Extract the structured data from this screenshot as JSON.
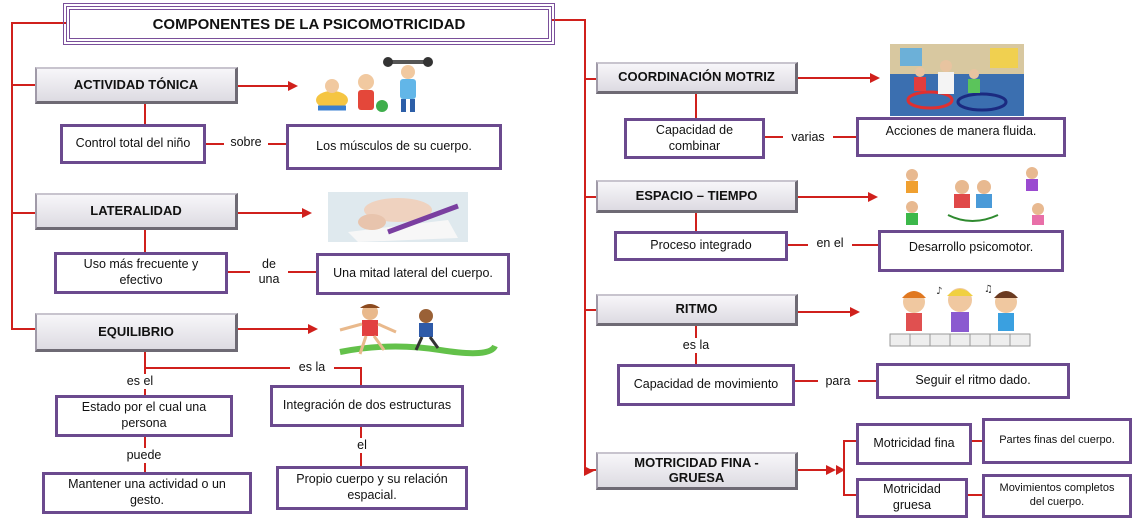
{
  "title": "COMPONENTES DE LA PSICOMOTRICIDAD",
  "left": {
    "tonica": {
      "header": "ACTIVIDAD TÓNICA",
      "box1": "Control total del niño",
      "connector": "sobre",
      "box2": "Los músculos de su cuerpo."
    },
    "lateralidad": {
      "header": "LATERALIDAD",
      "box1": "Uso más frecuente y efectivo",
      "connector": "de una",
      "box2": "Una mitad lateral del cuerpo."
    },
    "equilibrio": {
      "header": "EQUILIBRIO",
      "connector_a": "es el",
      "box1": "Estado por el cual una persona",
      "connector_b": "puede",
      "box2": "Mantener una actividad o un gesto.",
      "connector_c": "es la",
      "box3": "Integración de dos estructuras",
      "connector_d": "el",
      "box4": "Propio cuerpo y su relación espacial."
    }
  },
  "right": {
    "coordinacion": {
      "header": "COORDINACIÓN MOTRIZ",
      "box1": "Capacidad de combinar",
      "connector": "varias",
      "box2": "Acciones de manera fluida."
    },
    "espacio": {
      "header": "ESPACIO – TIEMPO",
      "box1": "Proceso integrado",
      "connector": "en el",
      "box2": "Desarrollo psicomotor."
    },
    "ritmo": {
      "header": "RITMO",
      "connector_a": "es la",
      "box1": "Capacidad de movimiento",
      "connector": "para",
      "box2": "Seguir el ritmo dado."
    },
    "motricidad": {
      "header": "MOTRICIDAD FINA - GRUESA",
      "fina": "Motricidad fina",
      "fina_desc": "Partes finas del cuerpo.",
      "gruesa": "Motricidad gruesa",
      "gruesa_desc": "Movimientos completos del cuerpo."
    }
  },
  "colors": {
    "line": "#d0201c",
    "box_border": "#6b4a8e"
  },
  "icons": [
    "gym-kids-illustration",
    "writing-hand-photo",
    "balancing-kids-illustration",
    "classroom-hoops-photo",
    "jumping-kids-illustration",
    "music-kids-illustration"
  ]
}
